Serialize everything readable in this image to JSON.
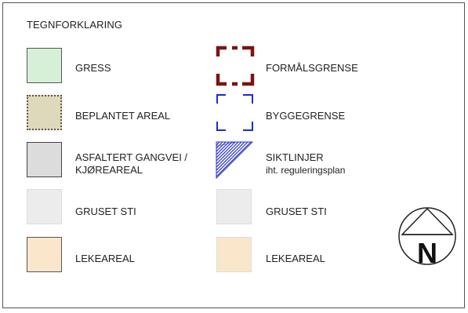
{
  "legend": {
    "title": "TEGNFORKLARING",
    "left": [
      {
        "label": "GRESS",
        "fill": "#d6f0d7",
        "border": "#555555"
      },
      {
        "label": "BEPLANTET AREAL",
        "fill": "#ddd9bb",
        "border": "#7a5a55"
      },
      {
        "label": "ASFALTERT GANGVEI /",
        "label2": "KJØREAREAL",
        "fill": "#dcdcdc",
        "border": "#444444"
      },
      {
        "label": "GRUSET STI",
        "fill": "#ececec",
        "border": "#dddddd"
      },
      {
        "label": "LEKEAREAL",
        "fill": "#f9e6cb",
        "border": "#555555"
      }
    ],
    "right": [
      {
        "label": "FORMÅLSGRENSE",
        "symbol": "dashed-square",
        "color": "#7a1414"
      },
      {
        "label": "BYGGEGRENSE",
        "symbol": "dashed-square",
        "color": "#1a2bd6"
      },
      {
        "label": "SIKTLINJER",
        "label2": "iht. reguleringsplan",
        "symbol": "hatched-triangle",
        "color": "#2e35c8"
      },
      {
        "label": "GRUSET STI",
        "fill": "#ececec",
        "border": "#dddddd"
      },
      {
        "label": "LEKEAREAL",
        "fill": "#f9e6cb",
        "border": "#dddddd"
      }
    ]
  },
  "north_arrow": {
    "letter": "N"
  }
}
